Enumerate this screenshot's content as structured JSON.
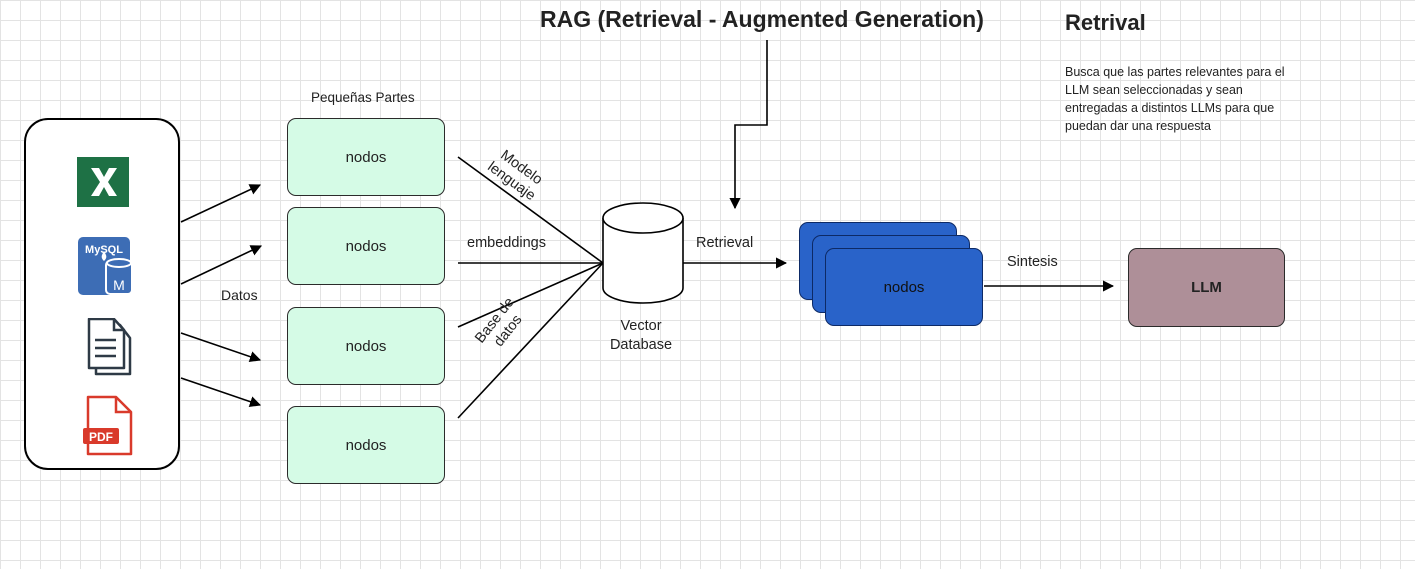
{
  "diagram": {
    "title": "RAG (Retrieval - Augmented Generation)",
    "side_panel": {
      "title": "Retrival",
      "description": "Busca que las partes relevantes para el LLM sean seleccionadas y sean entregadas a distintos LLMs para que puedan dar una respuesta"
    },
    "sources": {
      "items": [
        "excel-icon",
        "mysql-icon",
        "document-icon",
        "pdf-icon"
      ],
      "mysql_text": "MySQL",
      "mysql_letter": "M",
      "pdf_text": "PDF"
    },
    "datos_label": "Datos",
    "chunks_label": "Pequeñas Partes",
    "nodes": [
      "nodos",
      "nodos",
      "nodos",
      "nodos"
    ],
    "edge_labels": {
      "modelo": "Modelo\nlenguaje",
      "embeddings": "embeddings",
      "base": "Base de\ndatos",
      "retrieval": "Retrieval",
      "sintesis": "Sintesis"
    },
    "vector_db_label": "Vector\nDatabase",
    "retrieved_nodes_label": "nodos",
    "llm_label": "LLM",
    "colors": {
      "node_fill": "#d5fbe6",
      "retrieved_fill": "#2963c9",
      "llm_fill": "#ae8f98",
      "excel": "#1e7145",
      "mysql": "#3d6db5",
      "pdf": "#d93a2b"
    }
  }
}
